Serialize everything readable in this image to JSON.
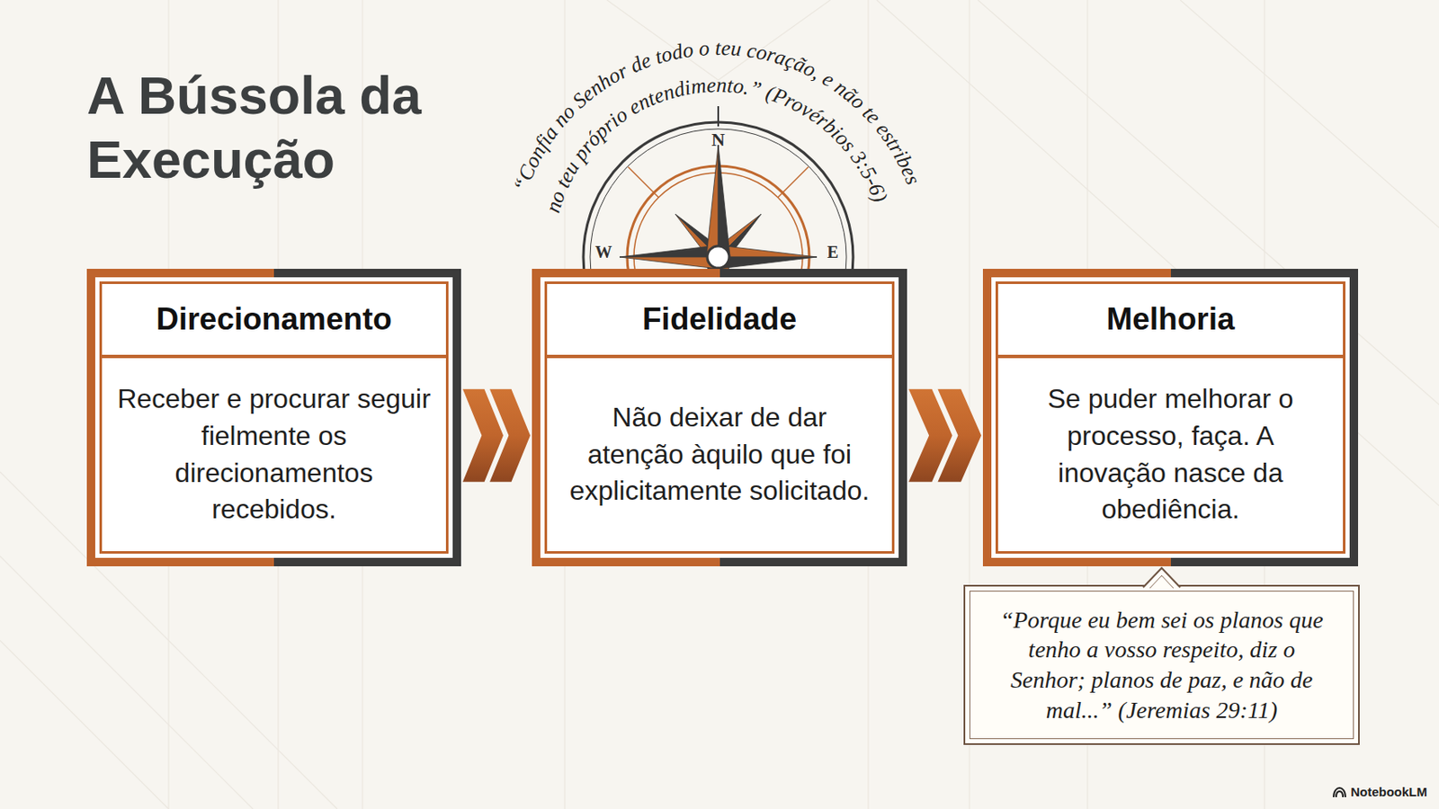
{
  "diagram": {
    "title": "A Bússola da Execução",
    "nodes": [
      {
        "text": [
          "Direcionamento",
          "Receber e procurar seguir fielmente os direcionamentos recebidos."
        ]
      },
      {
        "text": [
          "Fidelidade",
          "Não deixar de dar atenção àquilo que foi explicitamente solicitado."
        ]
      },
      {
        "text": [
          "Melhoria",
          "Se puder melhorar o processo, faça. A inovação nasce da obediência."
        ]
      },
      {
        "text": [
          "“Porque eu bem sei os planos que tenho a vosso respeito, diz o Senhor; planos de paz, e não de mal...” (Jeremias 29:11)"
        ]
      }
    ],
    "edges": [
      {
        "from": 0,
        "to": 1,
        "arrow": "to"
      },
      {
        "from": 1,
        "to": 2,
        "arrow": "to"
      }
    ],
    "labels": [
      "“Confia no Senhor de todo o teu coração, e não te estribes no teu próprio entendimento.” (Provérbios 3:5-6)",
      "N",
      "W",
      "E",
      "NotebookLM"
    ]
  }
}
